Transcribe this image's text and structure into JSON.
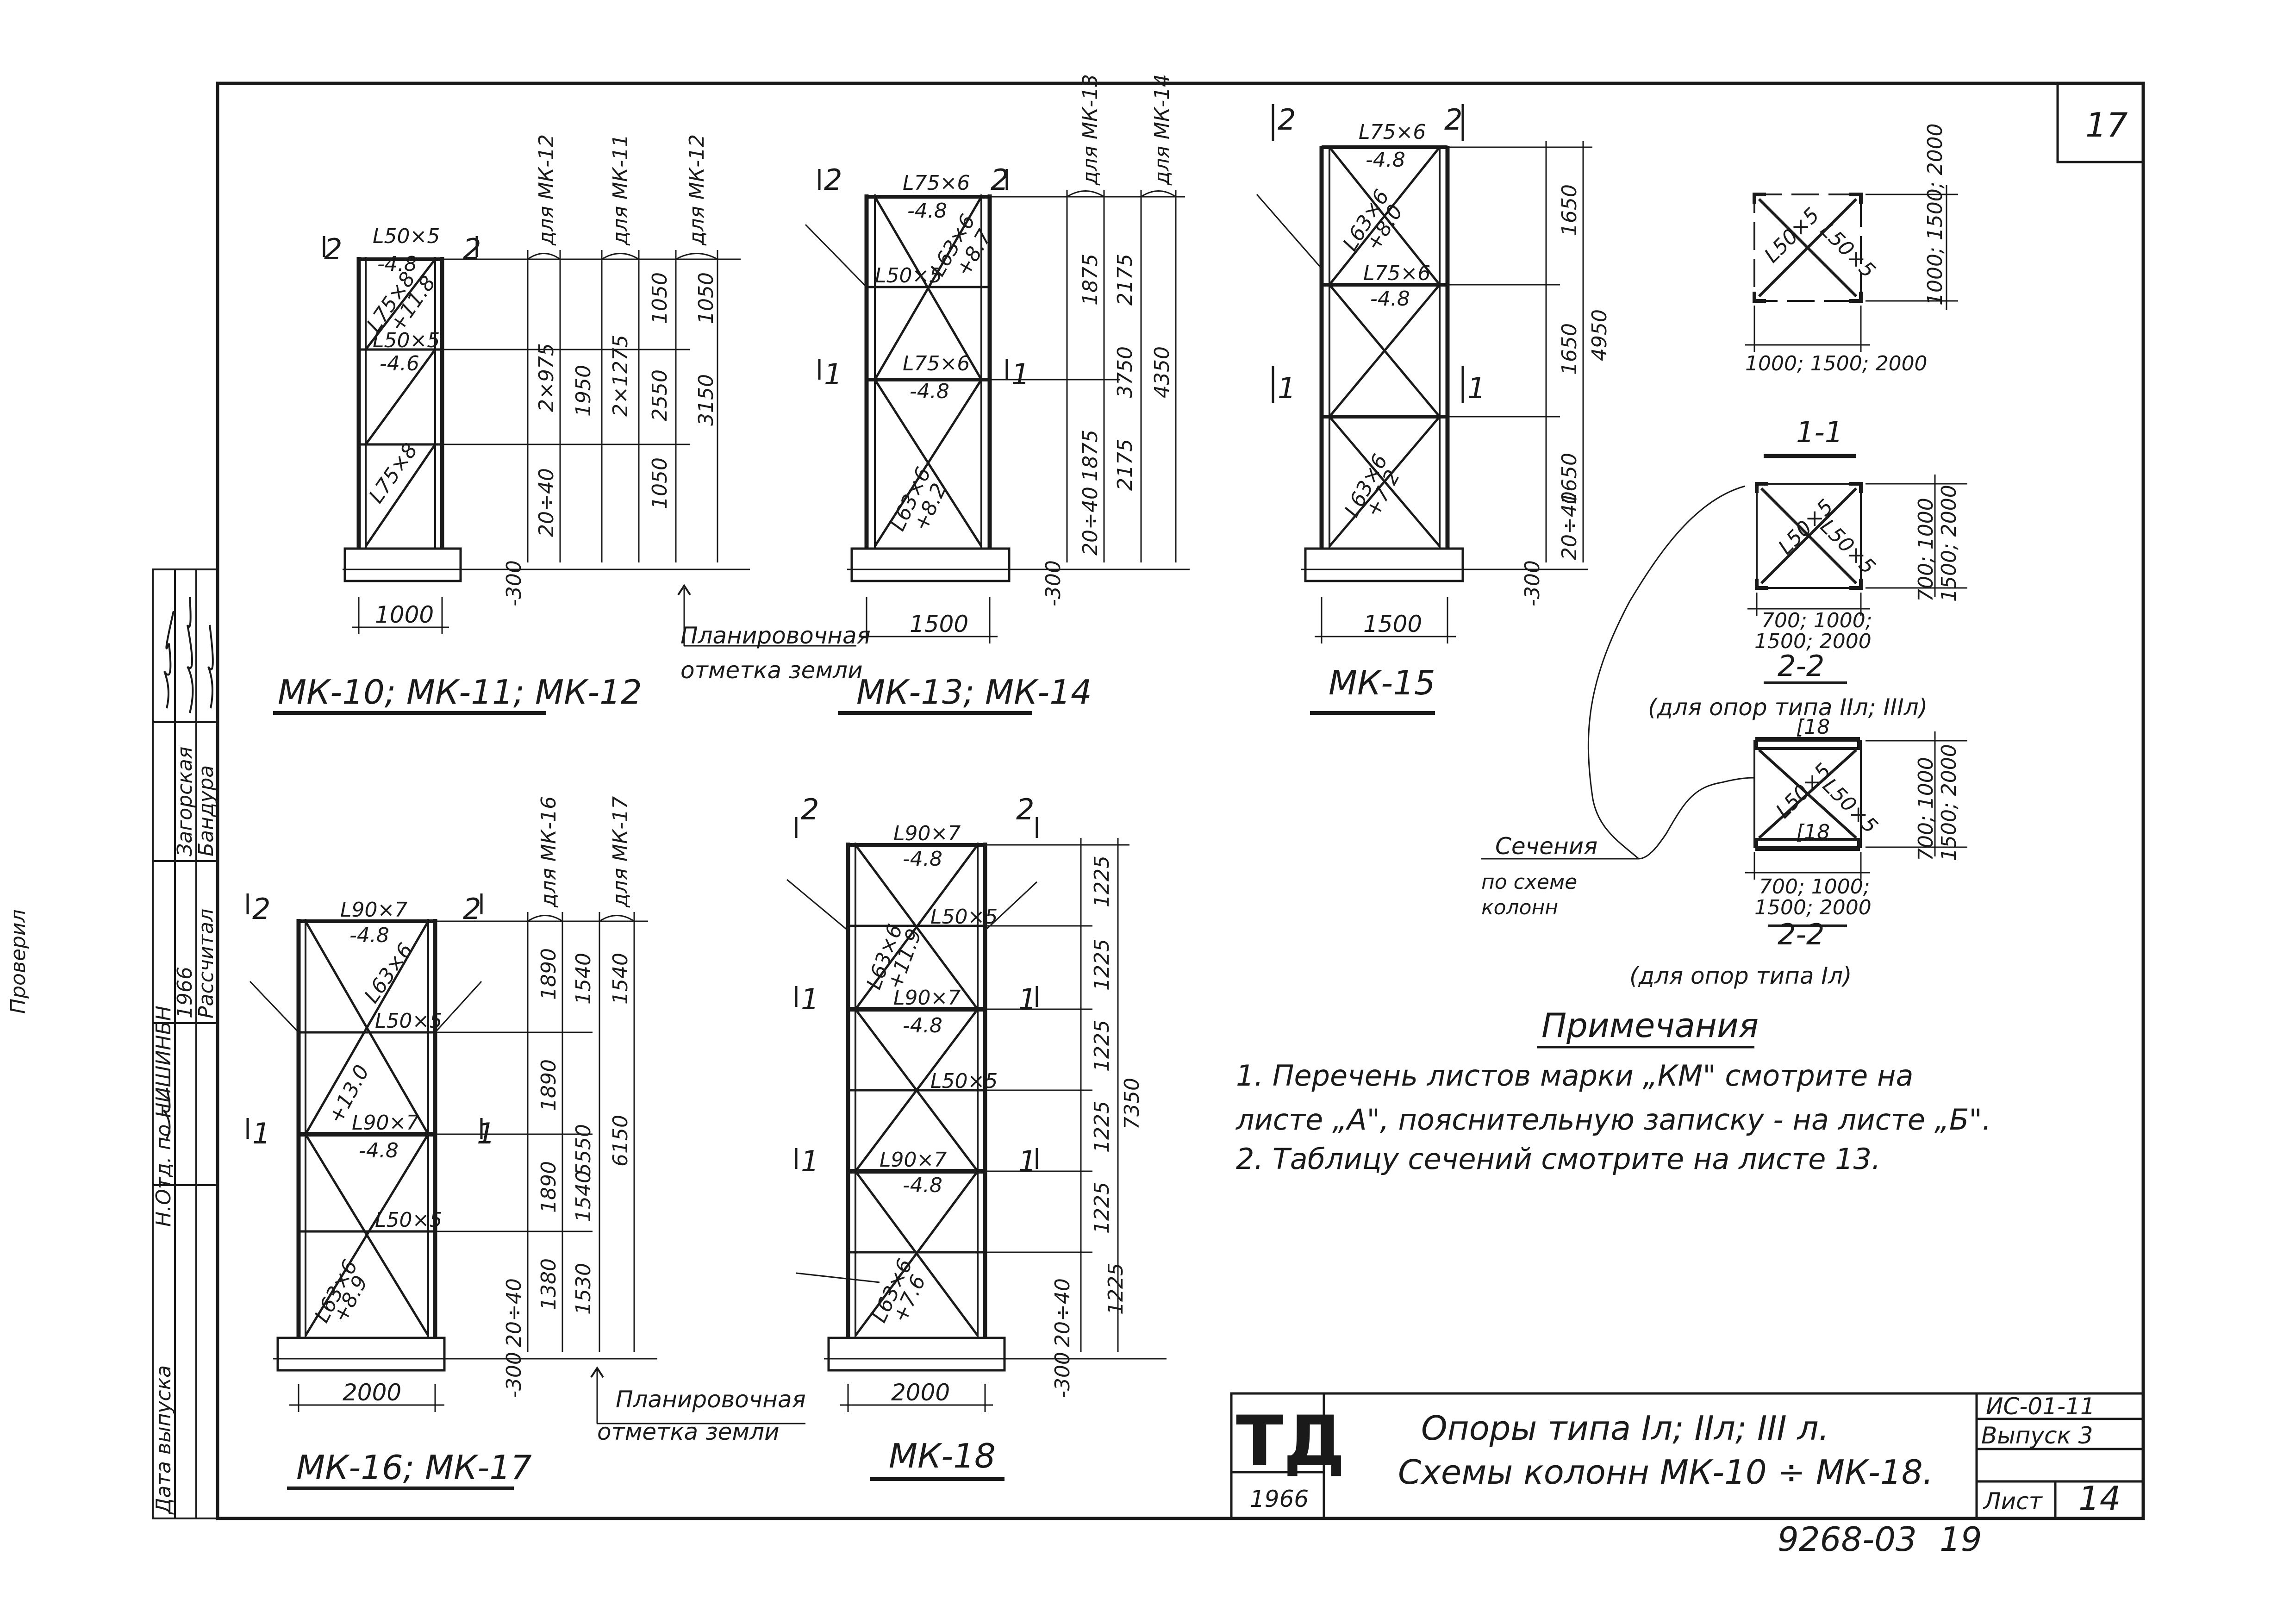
{
  "sheet_number": "17",
  "stamp": {
    "title_line1": "Опоры типа Iл; IIл; III л.",
    "title_line2": "Схемы колонн МК-10 ÷ МК-18.",
    "logo": "ТД",
    "year": "1966",
    "code": "ИС-01-11",
    "issue": "Выпуск 3",
    "sheet_label": "Лист",
    "sheet_value": "14",
    "archive": "9268-03",
    "archive_page": "19"
  },
  "left_stamp": {
    "row1": "Дата выпуска",
    "row2": "Н.Отд. по НИШИНБН",
    "row3": "1966",
    "row4": "Проверил",
    "row5": "Рассчитал",
    "row6": "Загорская",
    "row7": "Бандура"
  },
  "mk10": {
    "caption": "МК-10; МК-11; МК-12",
    "sec2l": "2",
    "sec2r": "2",
    "p_top": "L50×5",
    "p_top2": "-4.8",
    "p_d1": "L75×8",
    "p_d1b": "+11.8",
    "p_mid": "L50×5",
    "p_mid2": "-4.6",
    "p_d2": "L75×8",
    "width": "1000",
    "base": "-300",
    "for12a": "для МК-12",
    "for11": "для МК-11",
    "for12b": "для МК-12",
    "d1": "2×975",
    "d2": "1950",
    "d3": "2×1275",
    "d4": "2550",
    "d5": "1050",
    "d6": "1050",
    "d7": "1050",
    "d8": "3150",
    "d9": "20÷40"
  },
  "mk13": {
    "caption": "МК-13; МК-14",
    "sec2l": "2",
    "sec2r": "2",
    "sec1l": "1",
    "sec1r": "1",
    "p_top": "L75×6",
    "p_top2": "-4.8",
    "p_d1": "L63×6",
    "p_d1b": "+8.7",
    "p_br": "L50×5",
    "p_mid": "L75×6",
    "p_mid2": "-4.8",
    "p_d2": "L63×6",
    "p_d2b": "+8.2",
    "width": "1500",
    "base": "-300",
    "for13": "для МК-13",
    "for14": "для МК-14",
    "d1": "1875",
    "d2": "1875",
    "d3": "3750",
    "d4": "2175",
    "d5": "2175",
    "d6": "4350",
    "d7": "20÷40"
  },
  "mk15": {
    "caption": "МК-15",
    "sec2l": "2",
    "sec2r": "2",
    "sec1l": "1",
    "sec1r": "1",
    "p_top": "L75×6",
    "p_top2": "-4.8",
    "p_d1": "L63×6",
    "p_d1b": "+8.0",
    "p_mid": "L75×6",
    "p_mid2": "-4.8",
    "p_d2": "L63×6",
    "p_d2b": "+7.2",
    "width": "1500",
    "base": "-300",
    "d1": "1650",
    "d2": "1650",
    "d3": "1650",
    "d4": "4950",
    "d5": "20÷40"
  },
  "mk16": {
    "caption": "МК-16; МК-17",
    "sec2l": "2",
    "sec2r": "2",
    "sec1l": "1",
    "sec1r": "1",
    "p_top": "L90×7",
    "p_top2": "-4.8",
    "p_d1": "L63×6",
    "p_br1": "L50×5",
    "p_d1b": "+13.0",
    "p_mid": "L90×7",
    "p_mid2": "-4.8",
    "p_br2": "L50×5",
    "p_d2": "L63×6",
    "p_d2b": "+8.9",
    "width": "2000",
    "base": "-300",
    "for16": "для МК-16",
    "for17": "для МК-17",
    "d1": "1890",
    "d2": "1890",
    "d3": "1890",
    "d4": "1380",
    "d5": "5550",
    "d6": "1540",
    "d7": "1540",
    "d8": "1540",
    "d9": "1530",
    "d10": "6150",
    "d11": "20÷40"
  },
  "mk18": {
    "caption": "МК-18",
    "sec2l": "2",
    "sec2r": "2",
    "sec1l": "1",
    "sec1r": "1",
    "p_top": "L90×7",
    "p_top2": "-4.8",
    "p_d1": "L63×6",
    "p_d1b": "+11.9",
    "p_br1": "L50×5",
    "p_mid1": "L90×7",
    "p_mid1b": "-4.8",
    "p_br2": "L50×5",
    "p_mid2": "L90×7",
    "p_mid2b": "-4.8",
    "p_d2": "L63×6",
    "p_d2b": "+7.6",
    "width": "2000",
    "base": "-300",
    "d1": "1225",
    "d2": "1225",
    "d3": "1225",
    "d4": "1225",
    "d5": "1225",
    "d6": "1225",
    "d7": "7350",
    "d8": "20÷40"
  },
  "ground": {
    "label1": "Планировочная",
    "label2": "отметка земли"
  },
  "sections": {
    "a_label1": "L50×5",
    "a_label2": "L50×5",
    "a_w": "1000; 1500; 2000",
    "a_h": "1000; 1500; 2000",
    "b_title": "1-1",
    "b_label1": "L50×5",
    "b_label2": "L50×5",
    "b_w1": "700; 1000;",
    "b_w2": "1500; 2000",
    "b_h1": "700; 1000",
    "b_h2": "1500; 2000",
    "c_title": "2-2",
    "c_note": "(для опор типа IIл; IIIл)",
    "c_ch_top": "[18",
    "c_ch_bot": "[18",
    "c_label1": "L50×5",
    "c_label2": "L50×5",
    "c_w1": "700; 1000;",
    "c_w2": "1500; 2000",
    "c_h1": "700; 1000",
    "c_h2": "1500; 2000",
    "d_title": "2-2",
    "d_note": "(для опор типа Iл)",
    "leader1": "Сечения",
    "leader2": "по схеме",
    "leader3": "колонн"
  },
  "notes": {
    "title": "Примечания",
    "line1": "1. Перечень листов марки „КМ\" смотрите на",
    "line2": "листе „А\", пояснительную записку - на листе „Б\".",
    "line3": "2. Таблицу сечений смотрите на листе 13."
  }
}
